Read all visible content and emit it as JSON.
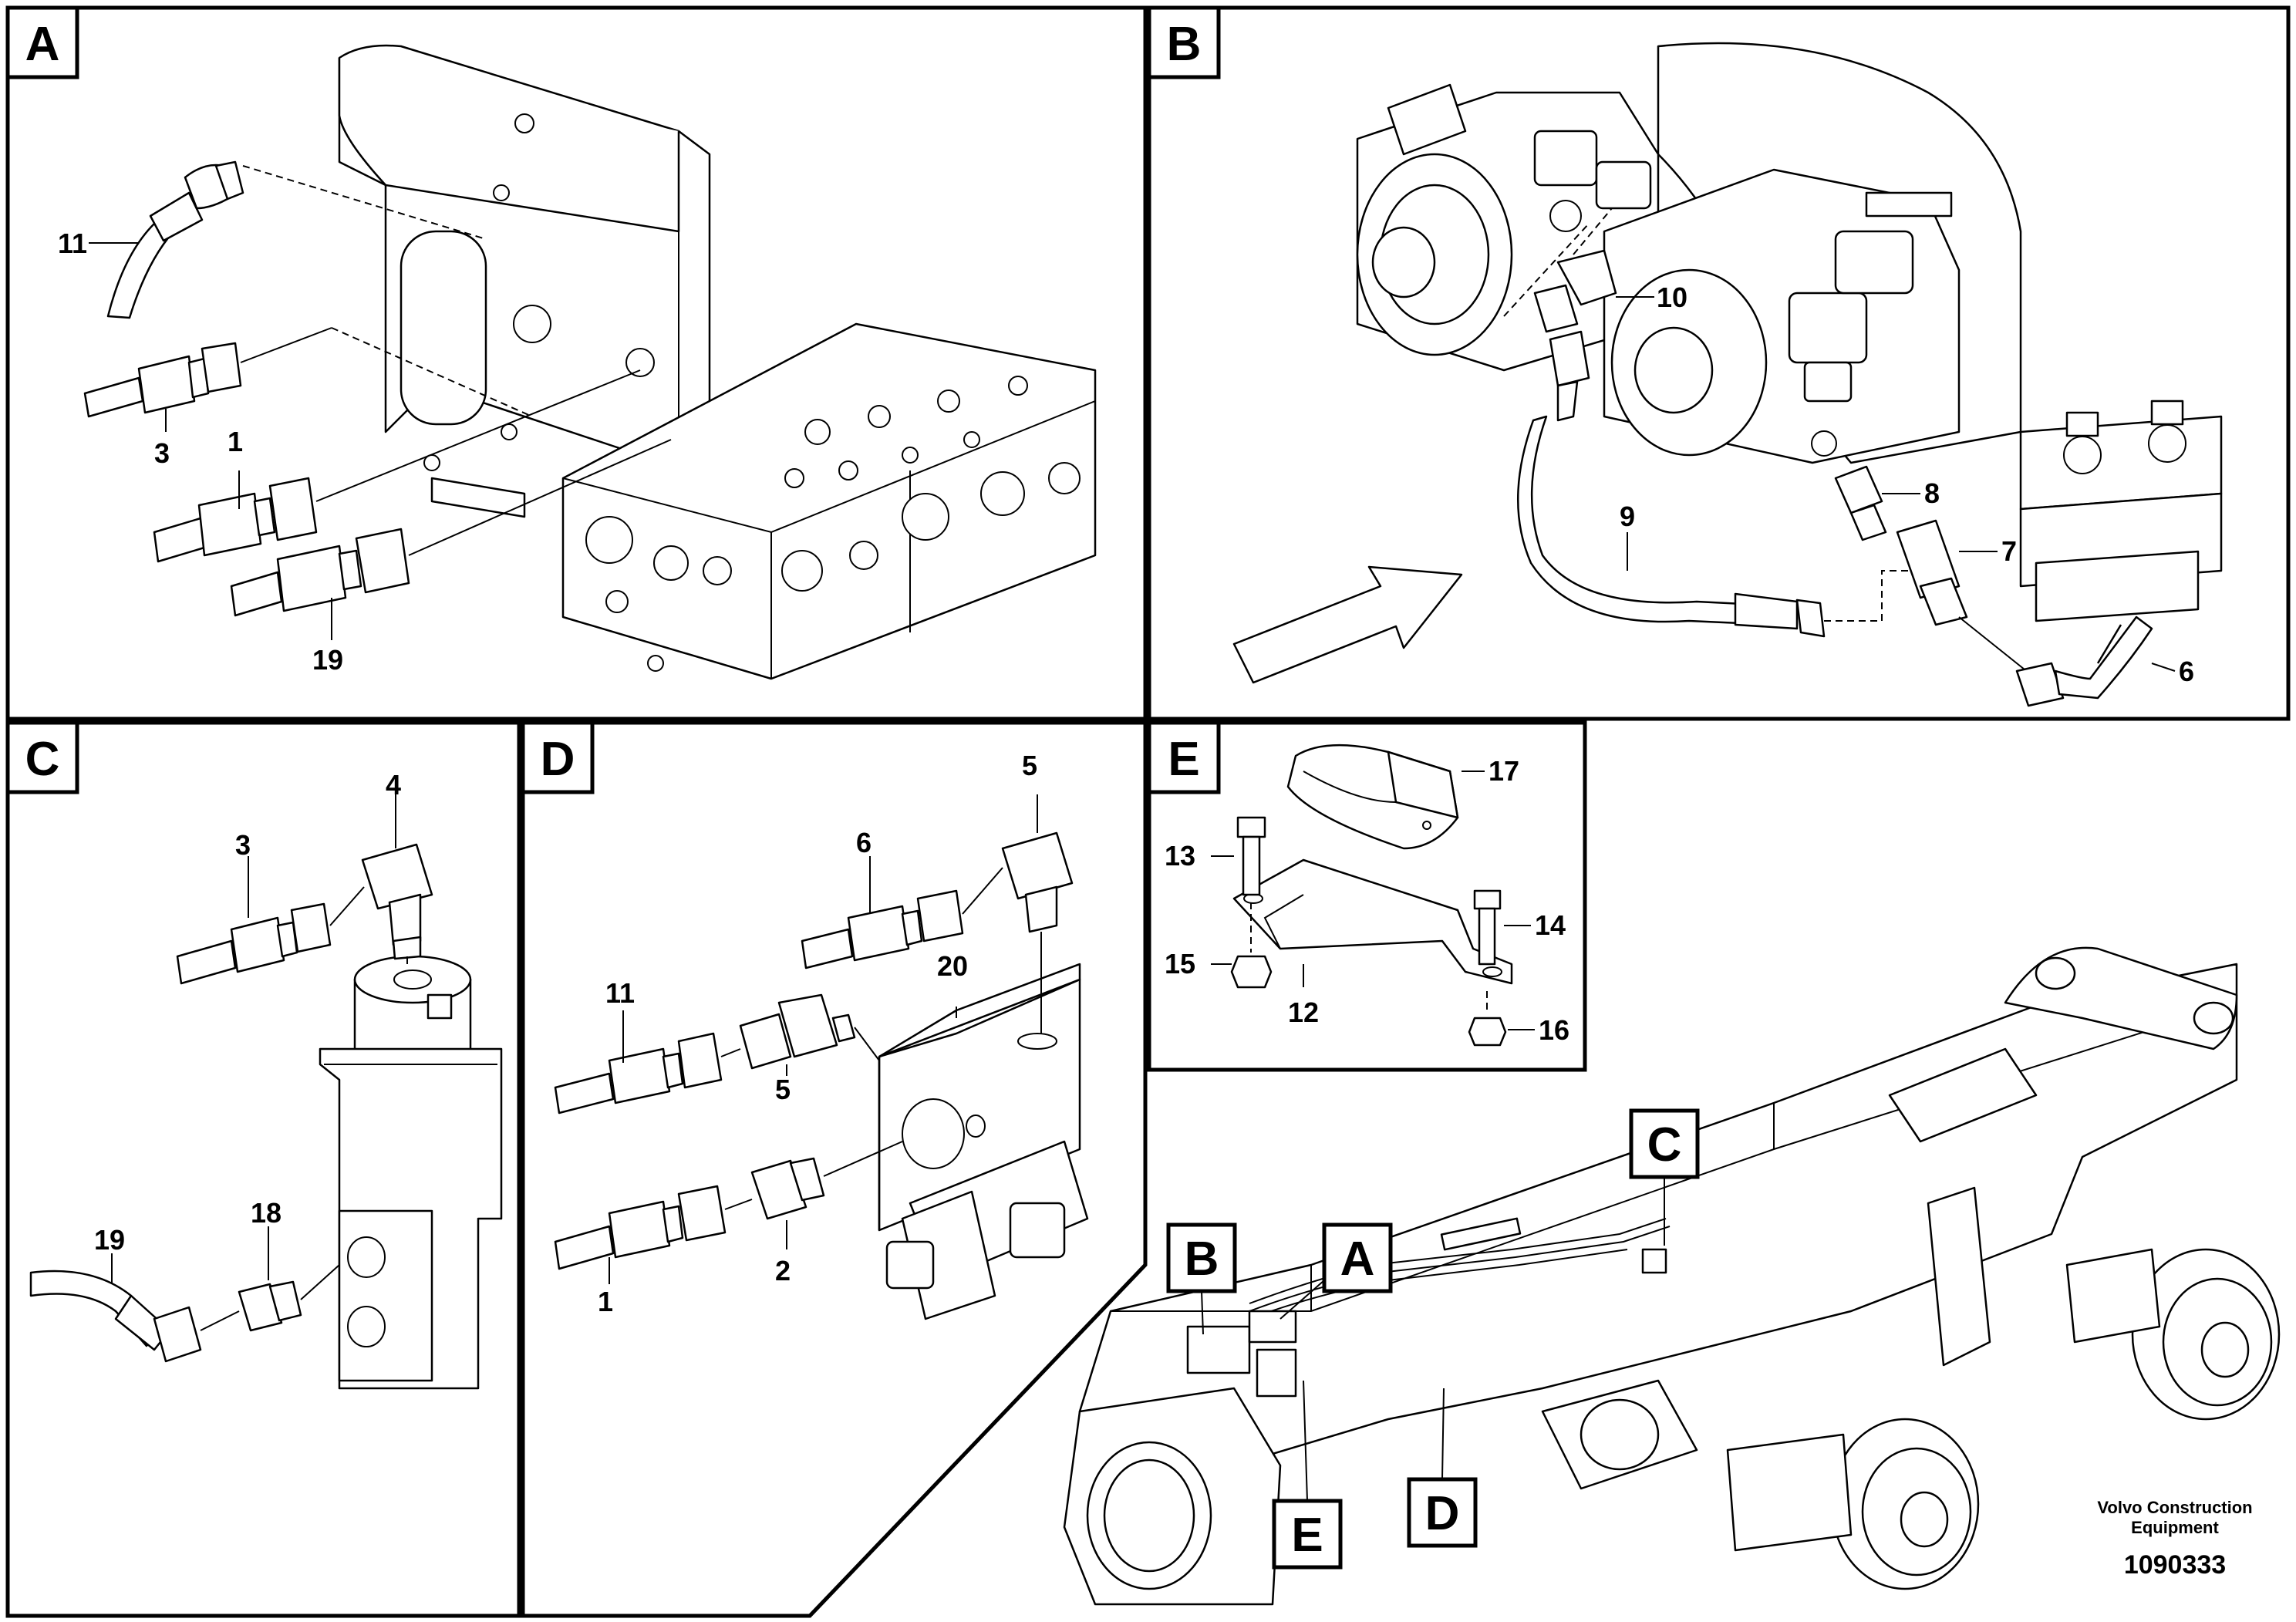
{
  "panels": [
    {
      "id": "A",
      "label": "A",
      "callouts": [
        "11",
        "3",
        "1",
        "19"
      ]
    },
    {
      "id": "B",
      "label": "B",
      "callouts": [
        "10",
        "8",
        "7",
        "9",
        "6"
      ]
    },
    {
      "id": "C",
      "label": "C",
      "callouts": [
        "4",
        "3",
        "18",
        "19"
      ]
    },
    {
      "id": "D",
      "label": "D",
      "callouts": [
        "5",
        "6",
        "20",
        "11",
        "5",
        "2",
        "1"
      ]
    },
    {
      "id": "E",
      "label": "E",
      "callouts": [
        "17",
        "13",
        "14",
        "15",
        "12",
        "16"
      ]
    }
  ],
  "overview": {
    "location_labels": [
      "C",
      "B",
      "A",
      "E",
      "D"
    ]
  },
  "footer": {
    "brand_line1": "Volvo Construction",
    "brand_line2": "Equipment",
    "document_number": "1090333"
  }
}
